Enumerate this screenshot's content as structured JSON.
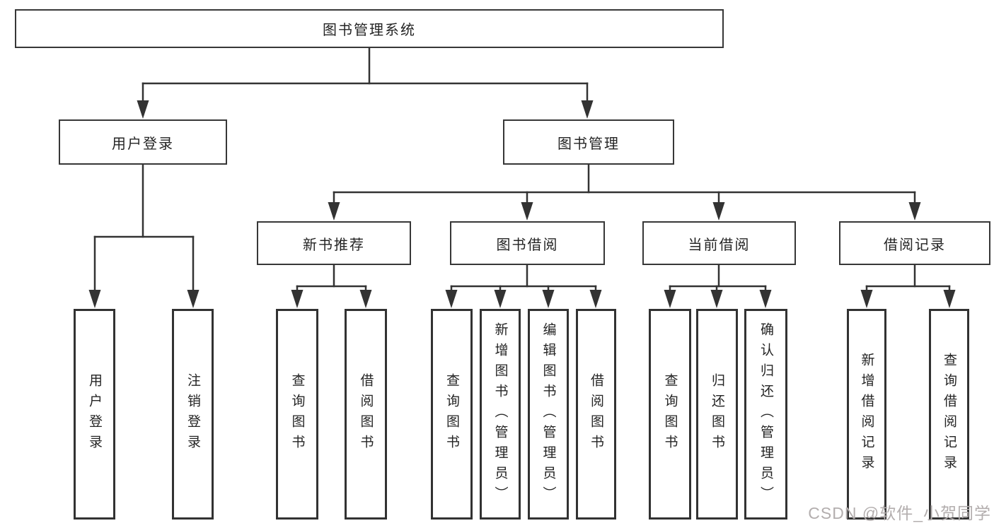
{
  "diagram_title": "图书管理系统",
  "nodes": {
    "root": {
      "label": "图书管理系统"
    },
    "user_login": {
      "label": "用户登录"
    },
    "book_mgmt": {
      "label": "图书管理"
    },
    "new_books": {
      "label": "新书推荐"
    },
    "book_borrow": {
      "label": "图书借阅"
    },
    "current_borrow": {
      "label": "当前借阅"
    },
    "borrow_records": {
      "label": "借阅记录"
    },
    "leaves": {
      "user_login": [
        "用户登录",
        "注销登录"
      ],
      "new_books": [
        "查询图书",
        "借阅图书"
      ],
      "book_borrow": [
        "查询图书",
        "新增图书（管理员）",
        "编辑图书（管理员）",
        "借阅图书"
      ],
      "current_borrow": [
        "查询图书",
        "归还图书",
        "确认归还（管理员）"
      ],
      "borrow_records": [
        "新增借阅记录",
        "查询借阅记录"
      ]
    }
  },
  "watermark": "CSDN @软件_小贺同学",
  "colors": {
    "line": "#333333",
    "border": "#373737",
    "text": "#242424",
    "watermark": "#b3aeae",
    "background": "#ffffff"
  }
}
